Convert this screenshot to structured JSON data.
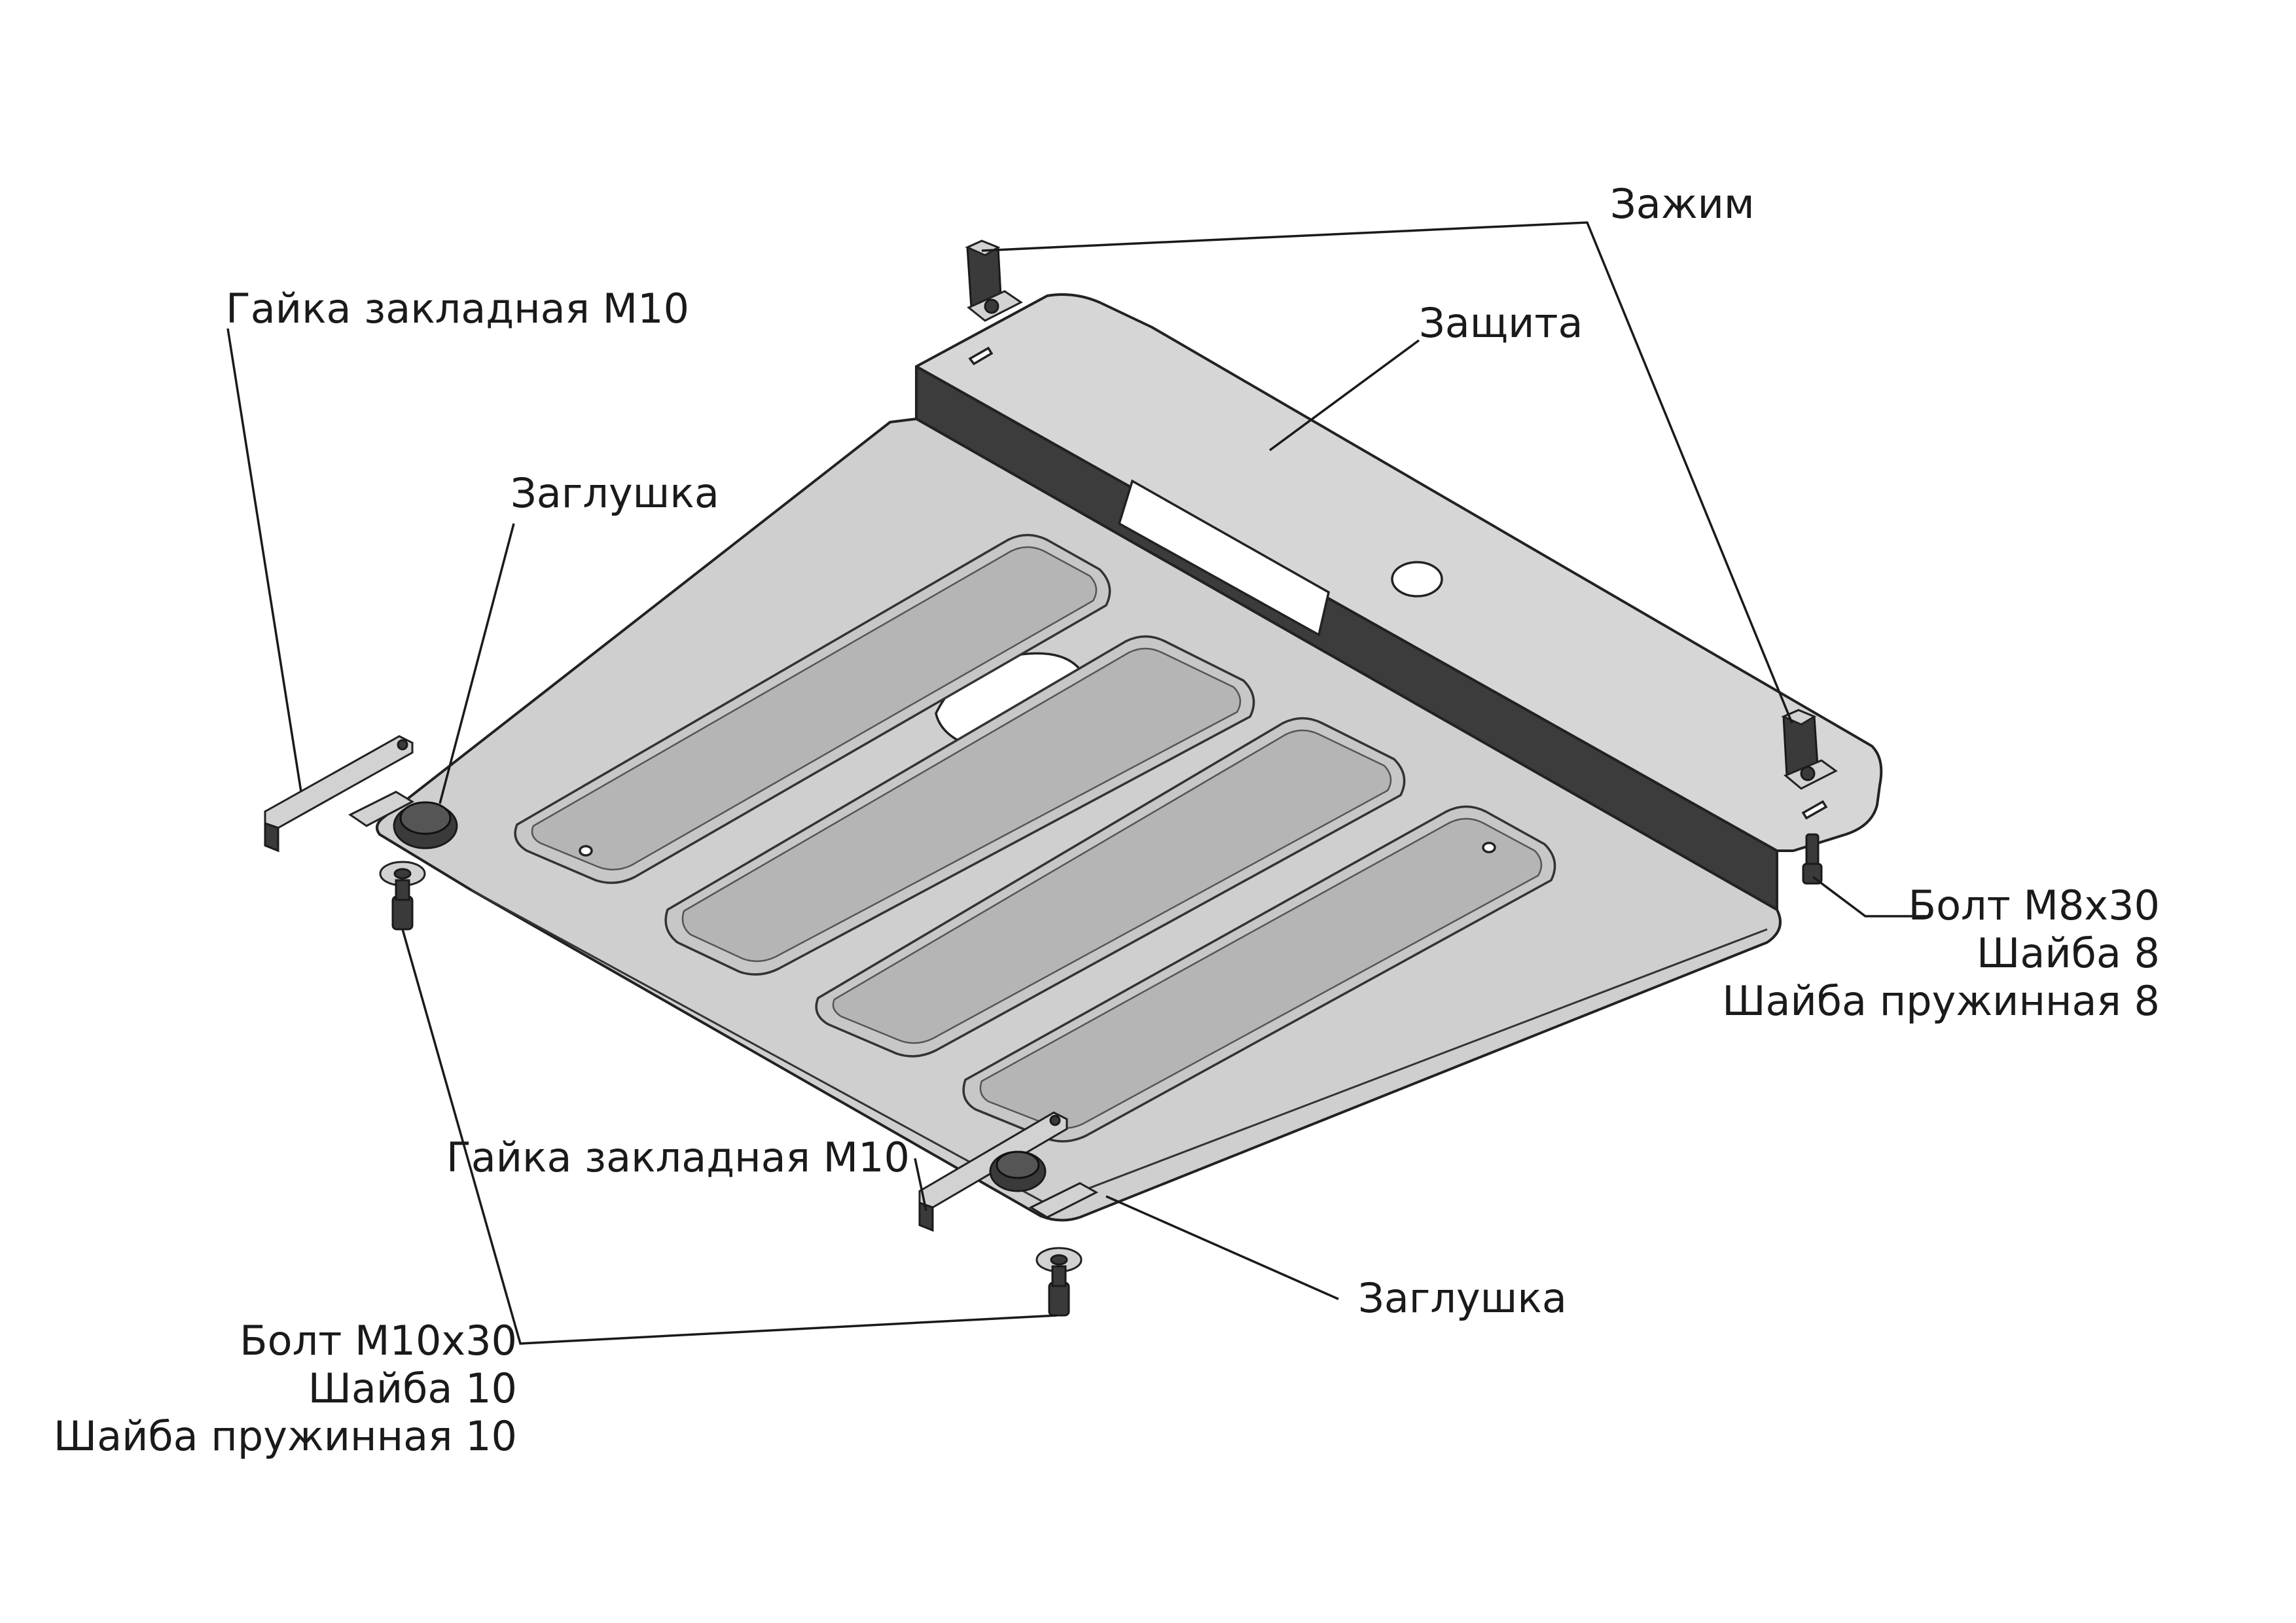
{
  "labels": {
    "zazhim": "Зажим",
    "zashchita": "Защита",
    "gaika_top": "Гайка закладная М10",
    "zaglushka_top": "Заглушка",
    "bolt8_l1": "Болт М8х30",
    "bolt8_l2": "Шайба 8",
    "bolt8_l3": "Шайба пружинная 8",
    "gaika_bottom": "Гайка закладная М10",
    "zaglushka_bottom": "Заглушка",
    "bolt10_l1": "Болт М10х30",
    "bolt10_l2": "Шайба 10",
    "bolt10_l3": "Шайба пружинная 10"
  },
  "colors": {
    "plate": "#cfcfcf",
    "flange": "#3c3c3c",
    "outline": "#222222"
  }
}
